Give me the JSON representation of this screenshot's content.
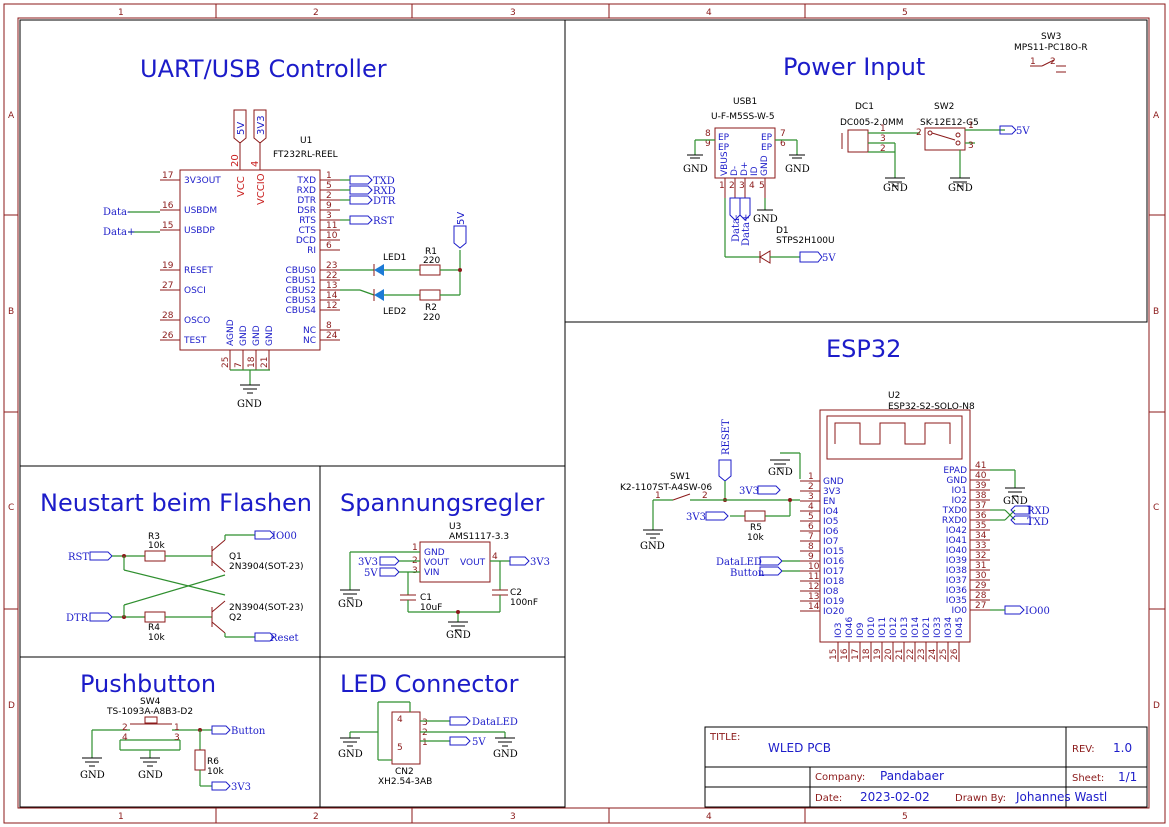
{
  "sections": {
    "uart": "UART/USB Controller",
    "power": "Power Input",
    "esp": "ESP32",
    "neustart": "Neustart beim Flashen",
    "spannung": "Spannungsregler",
    "pushbutton": "Pushbutton",
    "ledconn": "LED Connector"
  },
  "grid": {
    "cols": [
      "1",
      "2",
      "3",
      "4",
      "5"
    ],
    "rows": [
      "A",
      "B",
      "C",
      "D"
    ]
  },
  "title_block": {
    "title_label": "TITLE:",
    "title": "WLED PCB",
    "rev_label": "REV:",
    "rev": "1.0",
    "company_label": "Company:",
    "company": "Pandabaer",
    "sheet_label": "Sheet:",
    "sheet": "1/1",
    "date_label": "Date:",
    "date": "2023-02-02",
    "drawn_label": "Drawn By:",
    "drawn": "Johannes Wastl"
  },
  "u1": {
    "ref": "U1",
    "value": "FT232RL-REEL",
    "top_pins": [
      "VCC",
      "VCCIO"
    ],
    "top_nums": [
      "20",
      "4"
    ],
    "left_pins": [
      [
        "17",
        "3V3OUT"
      ],
      [
        "16",
        "USBDM"
      ],
      [
        "15",
        "USBDP"
      ],
      [
        "19",
        "RESET"
      ],
      [
        "27",
        "OSCI"
      ],
      [
        "28",
        "OSCO"
      ],
      [
        "26",
        "TEST"
      ]
    ],
    "right_pins": [
      [
        "1",
        "TXD"
      ],
      [
        "5",
        "RXD"
      ],
      [
        "2",
        "DTR"
      ],
      [
        "9",
        "DSR"
      ],
      [
        "3",
        "RTS"
      ],
      [
        "11",
        "CTS"
      ],
      [
        "10",
        "DCD"
      ],
      [
        "6",
        "RI"
      ],
      [
        "23",
        "CBUS0"
      ],
      [
        "22",
        "CBUS1"
      ],
      [
        "13",
        "CBUS2"
      ],
      [
        "14",
        "CBUS3"
      ],
      [
        "12",
        "CBUS4"
      ],
      [
        "8",
        "NC"
      ],
      [
        "24",
        "NC"
      ]
    ],
    "bottom_pins": [
      [
        "25",
        "AGND"
      ],
      [
        "7",
        "GND"
      ],
      [
        "18",
        "GND"
      ],
      [
        "21",
        "GND"
      ]
    ],
    "nets": {
      "txd": "TXD",
      "rxd": "RXD",
      "dtr": "DTR",
      "rst": "RST",
      "dm": "Data-",
      "dp": "Data+",
      "p5v": "5V",
      "p3v3": "3V3",
      "gnd": "GND"
    }
  },
  "led1": {
    "ref": "LED1"
  },
  "led2": {
    "ref": "LED2"
  },
  "r1": {
    "ref": "R1",
    "value": "220"
  },
  "r2": {
    "ref": "R2",
    "value": "220"
  },
  "usb1": {
    "ref": "USB1",
    "value": "U-F-M5SS-W-5",
    "pins": [
      "EP",
      "EP",
      "EP",
      "EP",
      "VBUS",
      "D-",
      "D+",
      "ID",
      "GND"
    ],
    "nums": [
      "8",
      "9",
      "7",
      "6",
      "1",
      "2",
      "3",
      "4",
      "5"
    ],
    "dm": "Data-",
    "dp": "Data+"
  },
  "dc1": {
    "ref": "DC1",
    "value": "DC005-2.0MM",
    "nums": [
      "1",
      "3",
      "2"
    ]
  },
  "sw2": {
    "ref": "SW2",
    "value": "SK-12E12-G5",
    "nums": [
      "2",
      "1",
      "3"
    ]
  },
  "sw3": {
    "ref": "SW3",
    "value": "MPS11-PC18O-R",
    "nums": [
      "1",
      "2"
    ]
  },
  "d1": {
    "ref": "D1",
    "value": "STPS2H100U"
  },
  "u2": {
    "ref": "U2",
    "value": "ESP32-S2-SOLO-N8",
    "left_pins": [
      [
        "1",
        "GND"
      ],
      [
        "2",
        "3V3"
      ],
      [
        "3",
        "EN"
      ],
      [
        "4",
        "IO4"
      ],
      [
        "5",
        "IO5"
      ],
      [
        "6",
        "IO6"
      ],
      [
        "7",
        "IO7"
      ],
      [
        "8",
        "IO15"
      ],
      [
        "9",
        "IO16"
      ],
      [
        "10",
        "IO17"
      ],
      [
        "11",
        "IO18"
      ],
      [
        "12",
        "IO8"
      ],
      [
        "13",
        "IO19"
      ],
      [
        "14",
        "IO20"
      ]
    ],
    "right_pins": [
      [
        "41",
        "EPAD"
      ],
      [
        "40",
        "GND"
      ],
      [
        "39",
        "IO1"
      ],
      [
        "38",
        "IO2"
      ],
      [
        "37",
        "TXD0"
      ],
      [
        "36",
        "RXD0"
      ],
      [
        "35",
        "IO42"
      ],
      [
        "34",
        "IO41"
      ],
      [
        "33",
        "IO40"
      ],
      [
        "32",
        "IO39"
      ],
      [
        "31",
        "IO38"
      ],
      [
        "30",
        "IO37"
      ],
      [
        "29",
        "IO36"
      ],
      [
        "28",
        "IO35"
      ],
      [
        "27",
        "IO0"
      ]
    ],
    "bottom_pins": [
      [
        "15",
        "IO3"
      ],
      [
        "16",
        "IO46"
      ],
      [
        "17",
        "IO9"
      ],
      [
        "18",
        "IO10"
      ],
      [
        "19",
        "IO11"
      ],
      [
        "20",
        "IO12"
      ],
      [
        "21",
        "IO13"
      ],
      [
        "22",
        "IO14"
      ],
      [
        "23",
        "IO21"
      ],
      [
        "24",
        "IO33"
      ],
      [
        "25",
        "IO34"
      ],
      [
        "26",
        "IO45"
      ]
    ],
    "nets": {
      "reset": "RESET",
      "dataled": "DataLED",
      "button": "Button",
      "rxd": "RXD",
      "txd": "TXD",
      "io00": "IO00",
      "p3v3": "3V3"
    }
  },
  "sw1": {
    "ref": "SW1",
    "value": "K2-1107ST-A4SW-06",
    "nums": [
      "1",
      "2"
    ]
  },
  "r5": {
    "ref": "R5",
    "value": "10k"
  },
  "q1": {
    "ref": "Q1",
    "value": "2N3904(SOT-23)"
  },
  "q2": {
    "ref": "Q2",
    "value": "2N3904(SOT-23)"
  },
  "r3": {
    "ref": "R3",
    "value": "10k"
  },
  "r4": {
    "ref": "R4",
    "value": "10k"
  },
  "neustart_nets": {
    "rst": "RST",
    "dtr": "DTR",
    "io00": "IO00",
    "reset": "Reset"
  },
  "u3": {
    "ref": "U3",
    "value": "AMS1117-3.3",
    "pins": [
      "GND",
      "VOUT",
      "VIN",
      "VOUT"
    ],
    "nums": [
      "1",
      "2",
      "3",
      "4"
    ]
  },
  "c1": {
    "ref": "C1",
    "value": "10uF"
  },
  "c2": {
    "ref": "C2",
    "value": "100nF"
  },
  "sw4": {
    "ref": "SW4",
    "value": "TS-1093A-A8B3-D2",
    "nums": [
      "2",
      "1",
      "4",
      "3"
    ]
  },
  "r6": {
    "ref": "R6",
    "value": "10k"
  },
  "cn2": {
    "ref": "CN2",
    "value": "XH2.54-3AB",
    "nums": [
      "4",
      "3",
      "2",
      "1",
      "5"
    ]
  },
  "nets_misc": {
    "button": "Button",
    "p3v3": "3V3",
    "p5v": "5V",
    "dataled": "DataLED",
    "gnd": "GND"
  }
}
